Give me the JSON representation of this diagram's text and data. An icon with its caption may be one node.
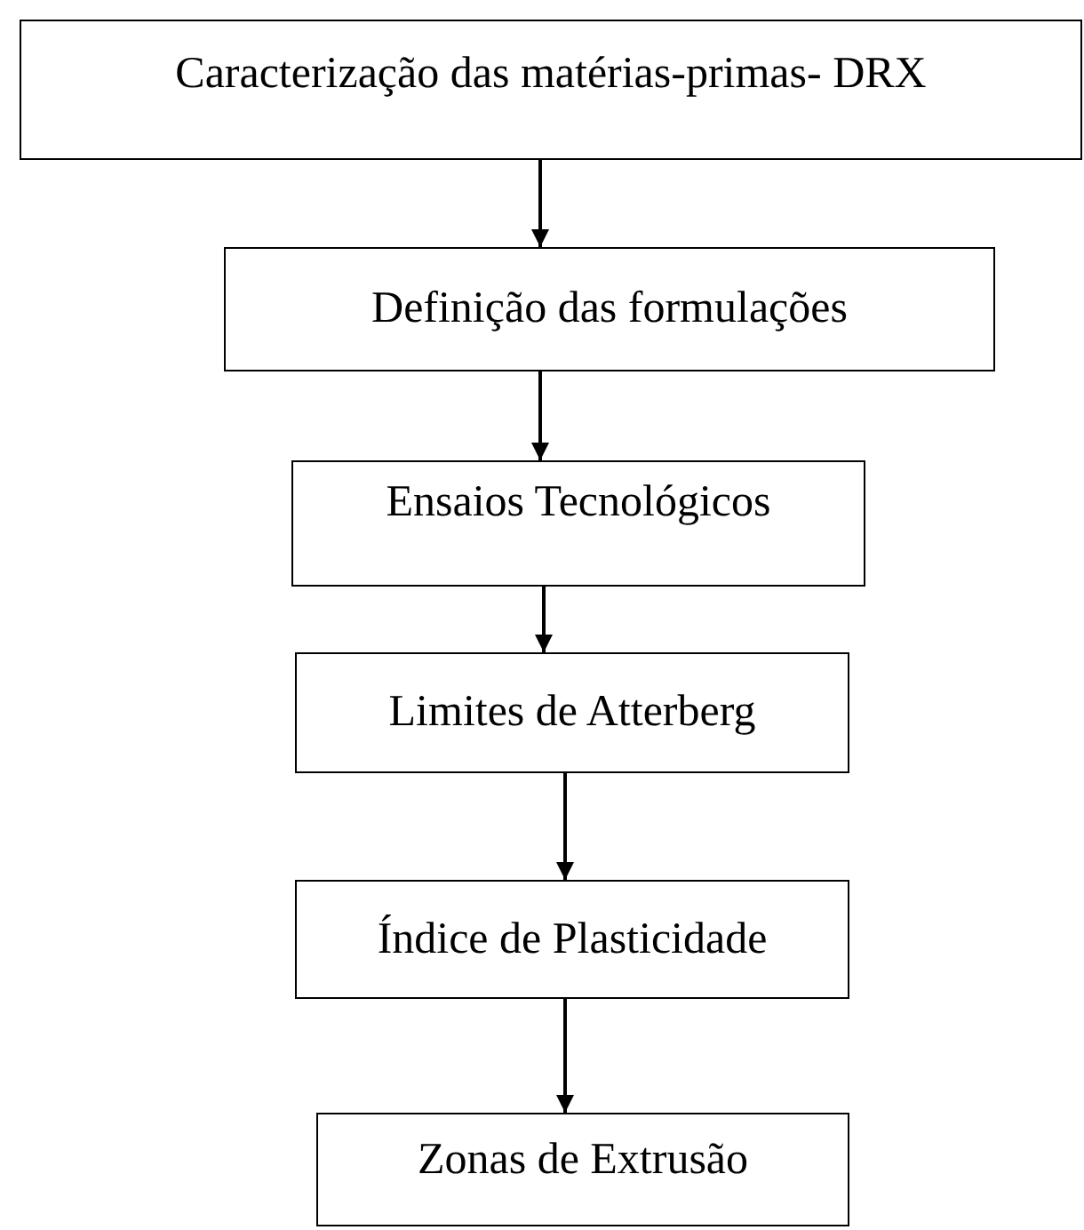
{
  "diagram": {
    "nodes": [
      {
        "text": [
          "Caracterização das matérias-primas- DRX"
        ]
      },
      {
        "text": [
          "Definição das formulações"
        ]
      },
      {
        "text": [
          "Ensaios Tecnológicos"
        ]
      },
      {
        "text": [
          "Limites de Atterberg"
        ]
      },
      {
        "text": [
          "Índice de Plasticidade"
        ]
      },
      {
        "text": [
          "Zonas de Extrusão"
        ]
      }
    ],
    "edges": [
      {
        "from": 0,
        "to": 1,
        "arrow": "to"
      },
      {
        "from": 1,
        "to": 2,
        "arrow": "to"
      },
      {
        "from": 2,
        "to": 3,
        "arrow": "to"
      },
      {
        "from": 3,
        "to": 4,
        "arrow": "to"
      },
      {
        "from": 4,
        "to": 5,
        "arrow": "to"
      }
    ]
  }
}
